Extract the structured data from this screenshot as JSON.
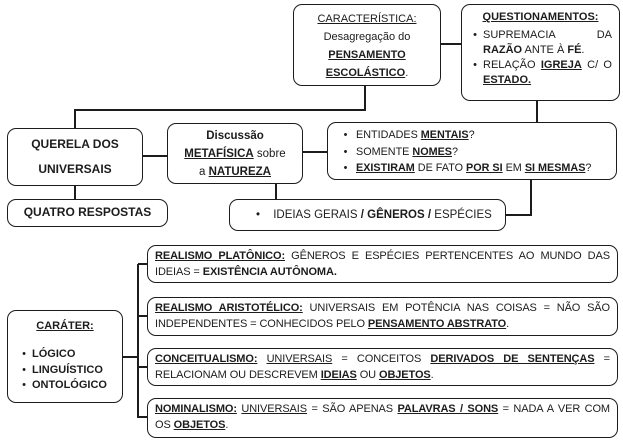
{
  "colors": {
    "ink": "#1c1c1c",
    "background": "#ffffff"
  },
  "bullet_char": "•",
  "nodes": {
    "caracteristica": {
      "lines": [
        [
          {
            "t": "CARACTERÍSTICA:",
            "u": 1
          }
        ],
        [
          {
            "t": "Desagregação do"
          }
        ],
        [
          {
            "t": "PENSAMENTO",
            "b": 1,
            "u": 1
          }
        ],
        [
          {
            "t": "ESCOLÁSTICO",
            "b": 1,
            "u": 1
          },
          {
            "t": "."
          }
        ]
      ]
    },
    "questionamentos": {
      "title": [
        {
          "t": "QUESTIONAMENTOS:",
          "b": 1,
          "u": 1
        }
      ],
      "items": [
        [
          {
            "t": "SUPREMACIA DA "
          },
          {
            "t": "RAZÃO",
            "b": 1
          },
          {
            "t": " ANTE À "
          },
          {
            "t": "FÉ",
            "b": 1
          },
          {
            "t": "."
          }
        ],
        [
          {
            "t": "RELAÇÃO "
          },
          {
            "t": "IGREJA",
            "b": 1,
            "u": 1
          },
          {
            "t": " C/ O "
          },
          {
            "t": "ESTADO.",
            "b": 1,
            "u": 1
          }
        ]
      ]
    },
    "querela": {
      "lines": [
        [
          {
            "t": "QUERELA DOS",
            "b": 1
          }
        ],
        [
          {
            "t": "UNIVERSAIS",
            "b": 1
          }
        ]
      ]
    },
    "quatro": {
      "lines": [
        [
          {
            "t": "QUATRO RESPOSTAS",
            "b": 1
          }
        ]
      ]
    },
    "discussao": {
      "lines": [
        [
          {
            "t": "Discussão",
            "b": 1
          }
        ],
        [
          {
            "t": "METAFÍSICA",
            "b": 1,
            "u": 1
          },
          {
            "t": " sobre"
          }
        ],
        [
          {
            "t": "a "
          },
          {
            "t": "NATUREZA",
            "b": 1,
            "u": 1
          }
        ]
      ]
    },
    "entidades": {
      "items": [
        [
          {
            "t": "ENTIDADES "
          },
          {
            "t": "MENTAIS",
            "b": 1,
            "u": 1
          },
          {
            "t": "?"
          }
        ],
        [
          {
            "t": "SOMENTE "
          },
          {
            "t": "NOMES",
            "b": 1,
            "u": 1
          },
          {
            "t": "?"
          }
        ],
        [
          {
            "t": "EXISTIRAM",
            "b": 1,
            "u": 1
          },
          {
            "t": " DE FATO "
          },
          {
            "t": "POR SI",
            "b": 1,
            "u": 1
          },
          {
            "t": " EM "
          },
          {
            "t": "SI MESMAS",
            "b": 1,
            "u": 1
          },
          {
            "t": "?"
          }
        ]
      ]
    },
    "ideias": {
      "line": [
        {
          "t": "IDEIAS GERAIS "
        },
        {
          "t": "/",
          "b": 1
        },
        {
          "t": " "
        },
        {
          "t": "GÊNEROS",
          "b": 1
        },
        {
          "t": " "
        },
        {
          "t": "/",
          "b": 1
        },
        {
          "t": " ESPÉCIES"
        }
      ]
    },
    "carater": {
      "title": [
        {
          "t": "CARÁTER:",
          "b": 1,
          "u": 1
        }
      ],
      "items": [
        [
          {
            "t": "LÓGICO",
            "b": 1
          }
        ],
        [
          {
            "t": "LINGUÍSTICO",
            "b": 1
          }
        ],
        [
          {
            "t": "ONTOLÓGICO",
            "b": 1
          }
        ]
      ]
    },
    "respostas": [
      {
        "segs": [
          {
            "t": "REALISMO PLATÔNICO:",
            "b": 1,
            "u": 1
          },
          {
            "t": " GÊNEROS E ESPÉCIES PERTENCENTES AO MUNDO DAS IDEIAS = "
          },
          {
            "t": "EXISTÊNCIA AUTÔNOMA.",
            "b": 1
          }
        ]
      },
      {
        "segs": [
          {
            "t": "REALISMO ARISTOTÉLICO:",
            "b": 1,
            "u": 1
          },
          {
            "t": " UNIVERSAIS EM POTÊNCIA NAS COISAS = NÃO SÃO INDEPENDENTES = CONHECIDOS PELO "
          },
          {
            "t": "PENSAMENTO ABSTRATO",
            "b": 1,
            "u": 1
          },
          {
            "t": "."
          }
        ]
      },
      {
        "segs": [
          {
            "t": "CONCEITUALISMO:",
            "b": 1,
            "u": 1
          },
          {
            "t": " "
          },
          {
            "t": "UNIVERSAIS",
            "u": 1
          },
          {
            "t": " = CONCEITOS "
          },
          {
            "t": "DERIVADOS DE SENTENÇAS",
            "b": 1,
            "u": 1
          },
          {
            "t": " = RELACIONAM OU DESCREVEM "
          },
          {
            "t": "IDEIAS",
            "b": 1,
            "u": 1
          },
          {
            "t": " OU "
          },
          {
            "t": "OBJETOS",
            "b": 1,
            "u": 1
          },
          {
            "t": "."
          }
        ]
      },
      {
        "segs": [
          {
            "t": "NOMINALISMO:",
            "b": 1,
            "u": 1
          },
          {
            "t": " "
          },
          {
            "t": "UNIVERSAIS",
            "u": 1
          },
          {
            "t": " = SÃO APENAS "
          },
          {
            "t": "PALAVRAS / SONS",
            "b": 1,
            "u": 1
          },
          {
            "t": " = NADA A VER COM OS "
          },
          {
            "t": "OBJETOS",
            "b": 1,
            "u": 1
          },
          {
            "t": "."
          }
        ]
      }
    ]
  }
}
